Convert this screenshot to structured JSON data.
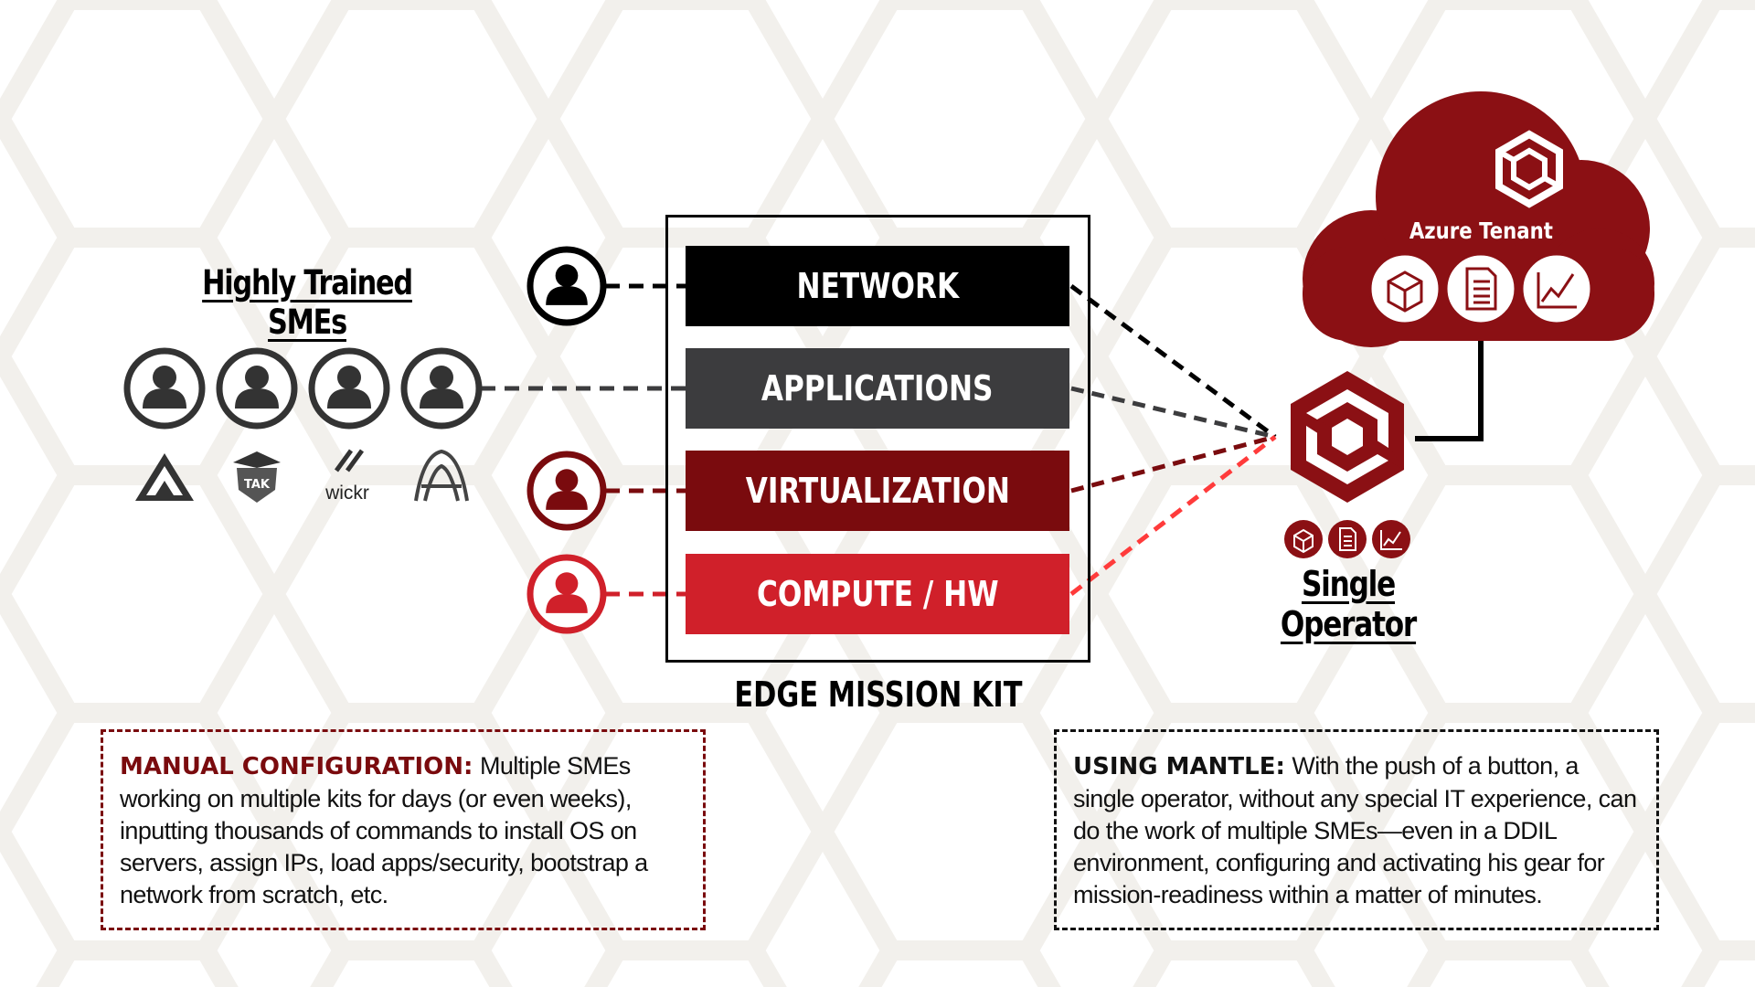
{
  "heading_smes": "Highly Trained SMEs",
  "heading_operator": "Single Operator",
  "kit": {
    "label": "EDGE MISSION KIT",
    "layers": [
      {
        "label": "NETWORK",
        "color": "#000000"
      },
      {
        "label": "APPLICATIONS",
        "color": "#3c3c3e"
      },
      {
        "label": "VIRTUALIZATION",
        "color": "#7a0b0e"
      },
      {
        "label": "COMPUTE / HW",
        "color": "#d0202a"
      }
    ]
  },
  "cloud": {
    "label": "Azure Tenant",
    "color": "#8b1014"
  },
  "logos": {
    "tak": "TAK",
    "wickr": "wickr"
  },
  "manual": {
    "heading": "MANUAL CONFIGURATION:",
    "text": "Multiple SMEs working on multiple kits for days (or even weeks), inputting thousands of commands to install OS on servers, assign IPs, load apps/security, bootstrap a network from scratch, etc."
  },
  "mantle": {
    "heading": "USING MANTLE:",
    "text": "With the push of a button, a single operator, without any special IT experience, can do the work of multiple SMEs—even in a DDIL environment, configuring and activating his gear for mission-readiness within a matter of minutes."
  },
  "icons": [
    "user-icon",
    "cube-icon",
    "document-icon",
    "chart-icon",
    "hexagon-logo-icon",
    "mountain-logo-icon",
    "eagle-shield-logo-icon",
    "wickr-logo-icon",
    "arch-logo-icon"
  ]
}
